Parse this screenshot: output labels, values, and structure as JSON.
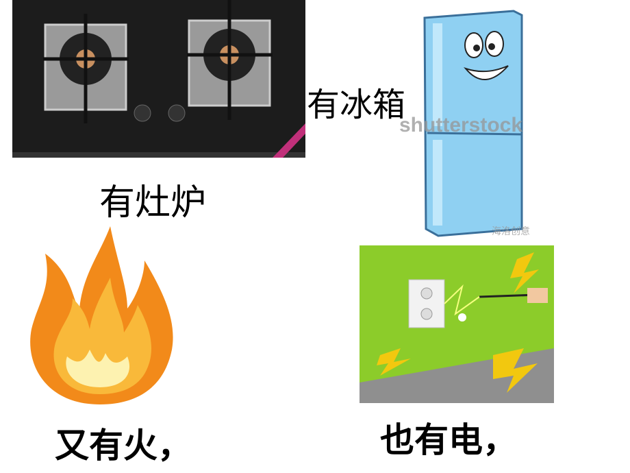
{
  "captions": {
    "fridge": "有冰箱",
    "stove": "有灶炉",
    "fire": "又有火，",
    "electricity": "也有电，"
  },
  "watermarks": {
    "stock": "shutterstock",
    "credit": "海洛创意"
  },
  "colors": {
    "stove_body": "#1c1c1c",
    "fridge_blue": "#8fd0f2",
    "flame_orange": "#f28a1a",
    "panel_green": "#8ccc2a",
    "bolt_yellow": "#f2c80f"
  }
}
